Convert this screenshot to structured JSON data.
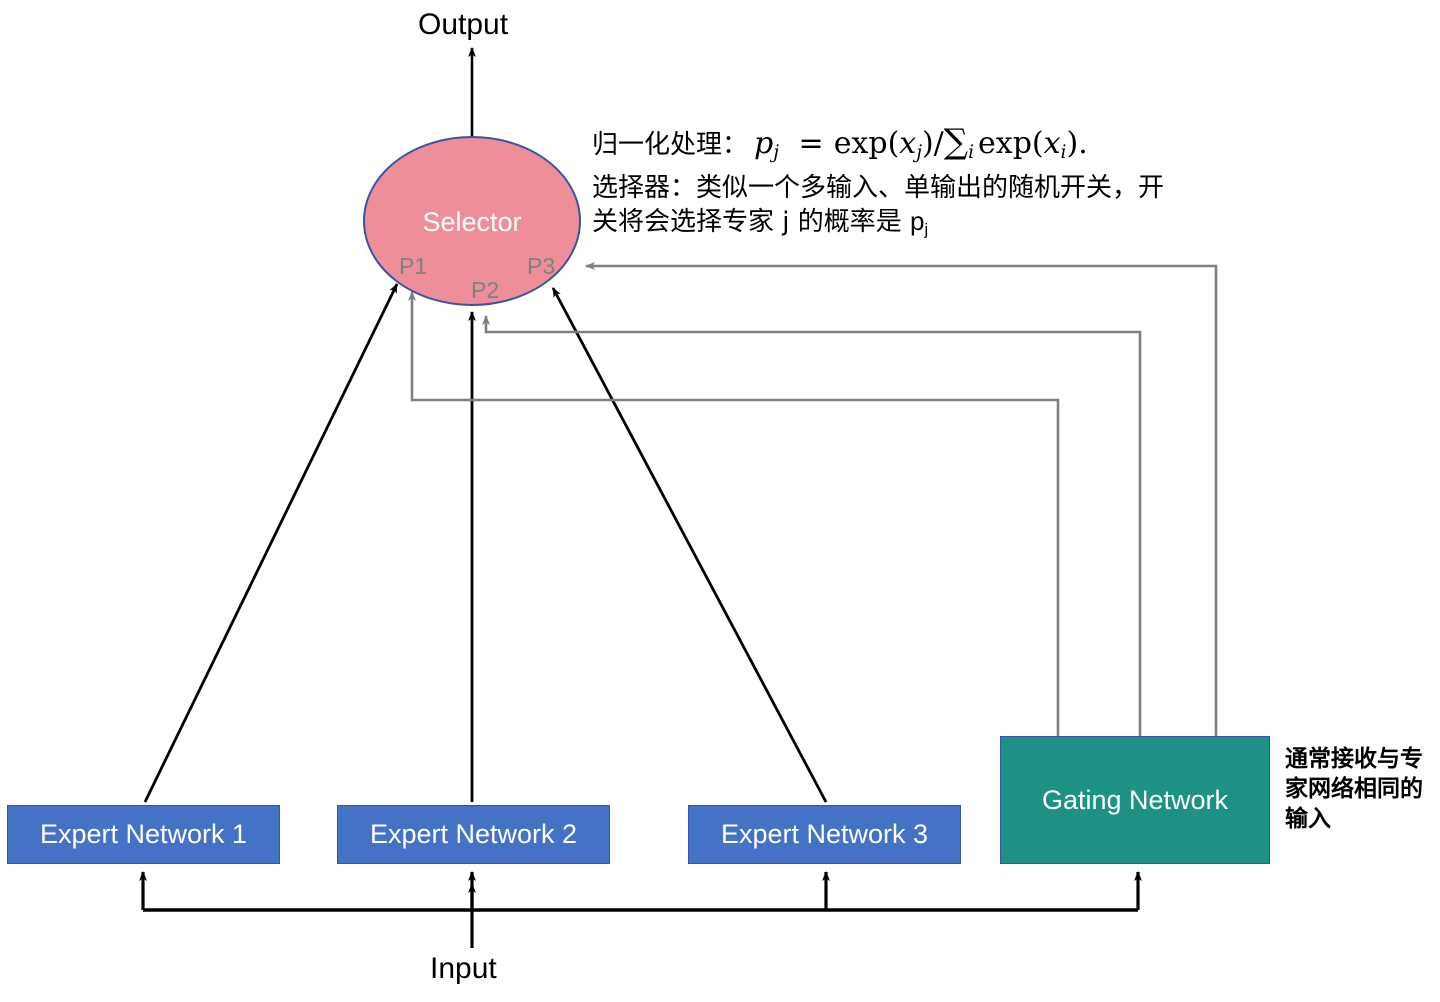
{
  "diagram": {
    "title_top": "Output",
    "title_bottom": "Input",
    "selector": {
      "label": "Selector",
      "fill": "#EE8E99",
      "stroke": "#3a53a4",
      "port_labels": [
        "P1",
        "P2",
        "P3"
      ]
    },
    "experts": [
      {
        "label": "Expert Network 1",
        "fill": "#4472C4"
      },
      {
        "label": "Expert Network 2",
        "fill": "#4472C4"
      },
      {
        "label": "Expert Network 3",
        "fill": "#4472C4"
      }
    ],
    "gating": {
      "label": "Gating Network",
      "fill": "#1C9184",
      "stroke": "#3a53a4"
    },
    "annotations": {
      "normalize_prefix": "归一化处理：",
      "formula_plain": "p_j = exp(x_j)/∑_i exp(x_i).",
      "formula_parts": {
        "p": "p",
        "sub_j": "j",
        "equals": "=",
        "exp1": "exp(",
        "x1": "x",
        "x1sub": "j",
        "close_slash": ")/",
        "sum": "∑",
        "sum_sub": "i",
        "exp2": "exp(",
        "x2": "x",
        "x2sub": "i",
        "close": ")."
      },
      "selector_desc_line1": "选择器：类似一个多输入、单输出的随机开关，开",
      "selector_desc_line2_prefix": "关将会选择专家 j 的概率是 ",
      "selector_desc_line2_p": "p",
      "selector_desc_line2_sub": "j",
      "gating_note": "通常接收与专家网络相同的输入"
    },
    "colors": {
      "black_edge": "#000000",
      "gray_edge": "#808080",
      "background": "#ffffff"
    }
  }
}
